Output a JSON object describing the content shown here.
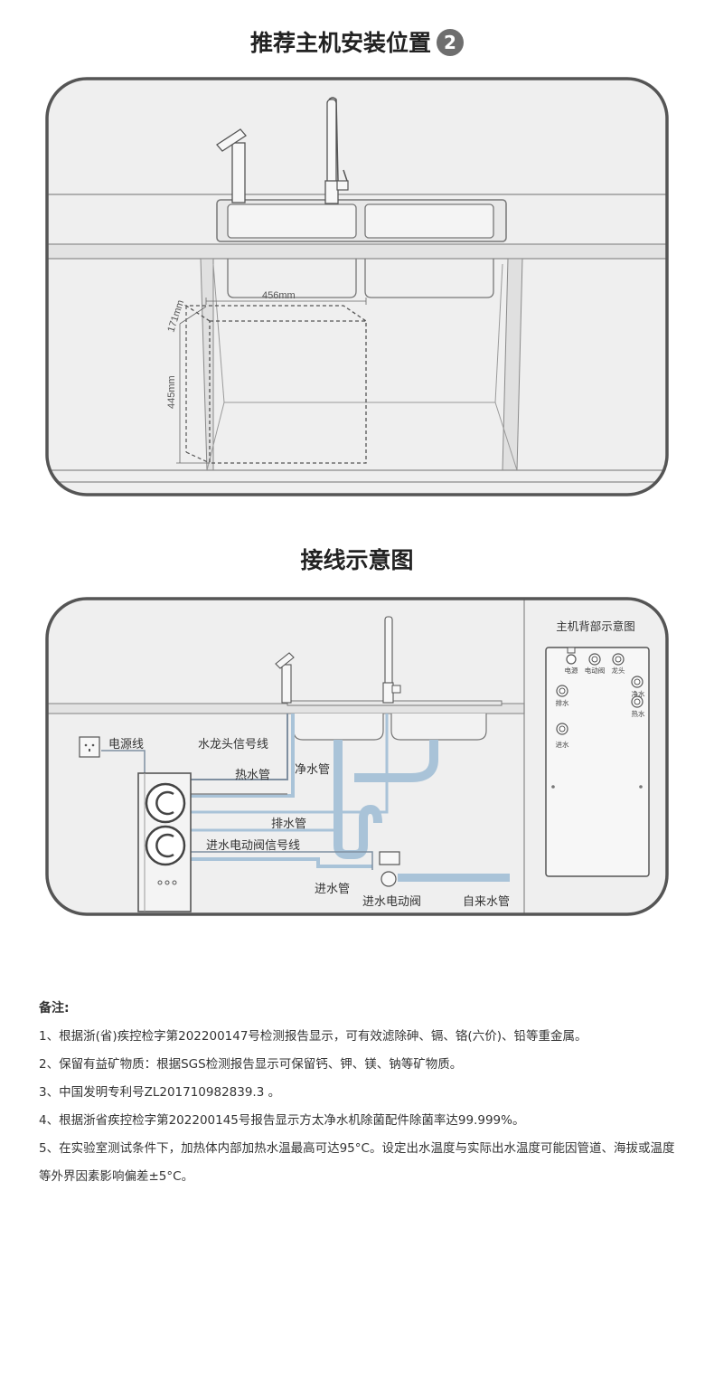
{
  "section1": {
    "title": "推荐主机安装位置",
    "step_number": "2",
    "dim_width": "456mm",
    "dim_depth": "171mm",
    "dim_height": "445mm"
  },
  "section2": {
    "title": "接线示意图",
    "labels": {
      "power_cord": "电源线",
      "faucet_signal": "水龙头信号线",
      "hot_water_pipe": "热水管",
      "pure_water_pipe": "净水管",
      "drain_pipe": "排水管",
      "inlet_valve_signal": "进水电动阀信号线",
      "inlet_pipe": "进水管",
      "inlet_valve": "进水电动阀",
      "tap_water_pipe": "自来水管"
    },
    "back_panel": {
      "title": "主机背部示意图",
      "ports": {
        "power": "电源",
        "valve": "电动阀",
        "faucet": "龙头",
        "drain": "排水",
        "pure": "净水",
        "hot": "热水",
        "inlet": "进水"
      }
    }
  },
  "notes": {
    "title": "备注:",
    "items": [
      "1、根据浙(省)疾控检字第202200147号检测报告显示，可有效滤除砷、镉、铬(六价)、铅等重金属。",
      "2、保留有益矿物质：根据SGS检测报告显示可保留钙、钾、镁、钠等矿物质。",
      "3、中国发明专利号ZL201710982839.3 。",
      "4、根据浙省疾控检字第202200145号报告显示方太净水机除菌配件除菌率达99.999%。",
      "5、在实验室测试条件下，加热体内部加热水温最高可达95°C。设定出水温度与实际出水温度可能因管道、海拔或温度等外界因素影响偏差±5°C。"
    ]
  }
}
